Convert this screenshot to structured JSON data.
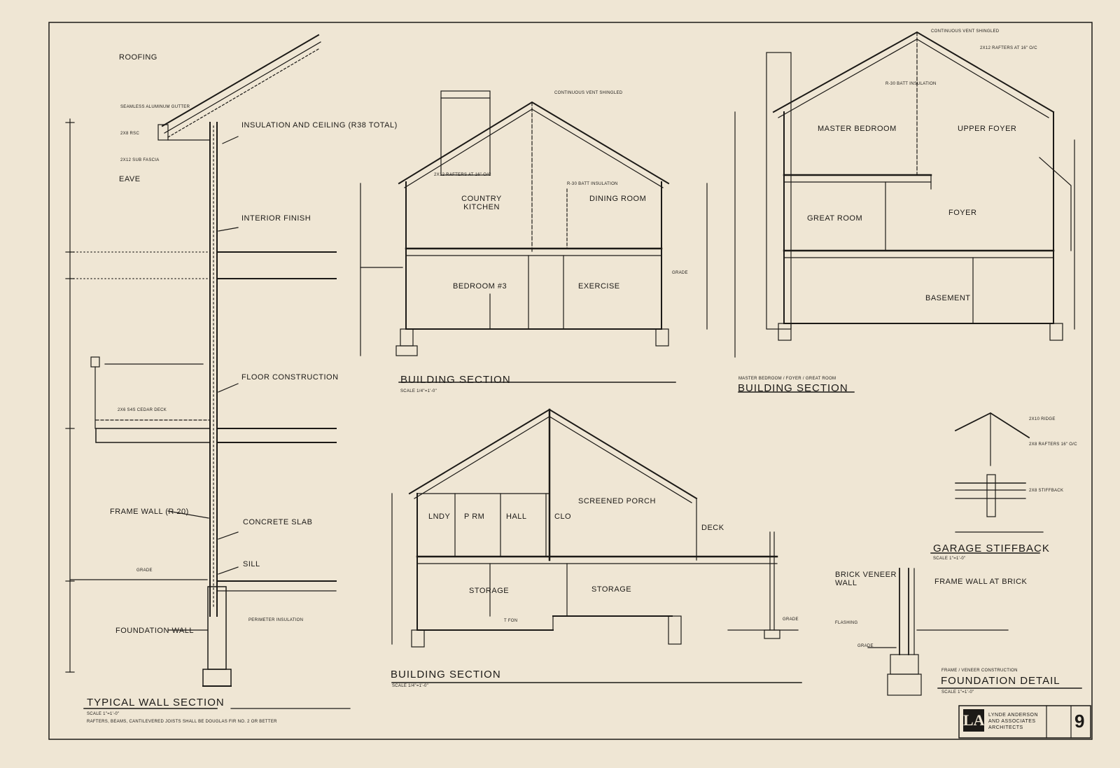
{
  "wall_section": {
    "title": "TYPICAL WALL SECTION",
    "scale_note": "SCALE 1\"=1'-0\"",
    "footnote": "RAFTERS, BEAMS, CANTILEVERED JOISTS SHALL BE DOUGLAS FIR No. 2 OR BETTER",
    "roofing": "ROOFING",
    "insulation": "INSULATION AND CEILING (R38 TOTAL)",
    "eave": "EAVE",
    "interior_finish": "INTERIOR FINISH",
    "floor_construction": "FLOOR CONSTRUCTION",
    "frame_wall": "FRAME WALL (R 20)",
    "concrete_slab": "CONCRETE SLAB",
    "sill": "SILL",
    "foundation_wall": "FOUNDATION WALL",
    "notes": {
      "gutter": "SEAMLESS ALUMINUM GUTTER",
      "rsc": "2x8 RSC",
      "fascia": "2x12 SUB FASCIA",
      "cedar_deck": "2x6 S4S CEDAR DECK",
      "grade": "GRADE",
      "perimeter": "PERIMETER INSULATION"
    }
  },
  "section_a": {
    "title": "BUILDING SECTION",
    "scale_note": "SCALE 1/4\"=1'-0\"",
    "rooms": {
      "kitchen": "COUNTRY KITCHEN",
      "dining": "DINING ROOM",
      "bedroom": "BEDROOM #3",
      "exercise": "EXERCISE"
    },
    "notes": {
      "vent": "CONTINUOUS VENT SHINGLED",
      "rafters": "2x12 RAFTERS AT 16\" o/c",
      "batt": "R-30 BATT INSULATION",
      "grade": "GRADE"
    }
  },
  "section_b": {
    "title": "BUILDING SECTION",
    "subtitle": "MASTER BEDROOM / FOYER / GREAT ROOM",
    "rooms": {
      "master": "MASTER BEDROOM",
      "upper_foyer": "UPPER FOYER",
      "great": "GREAT ROOM",
      "foyer": "FOYER",
      "basement": "BASEMENT"
    },
    "notes": {
      "vent": "CONTINUOUS VENT SHINGLED",
      "rafters": "2x12 RAFTERS AT 16\" o/c",
      "batt": "R-30 BATT INSULATION"
    }
  },
  "section_c": {
    "title": "BUILDING SECTION",
    "scale_note": "SCALE 1/4\"=1'-0\"",
    "rooms": {
      "lndy": "LNDY",
      "prm": "P RM",
      "hall": "HALL",
      "clo": "CLO",
      "porch": "SCREENED PORCH",
      "deck": "DECK",
      "storage1": "STORAGE",
      "storage2": "STORAGE"
    },
    "notes": {
      "tfon": "T FON",
      "grade": "GRADE"
    }
  },
  "garage": {
    "title": "GARAGE STIFFBACK",
    "scale_note": "SCALE 1\"=1'-0\"",
    "notes": {
      "ridge": "2x10 RIDGE",
      "rafters": "2x8 RAFTERS 16\" o/c",
      "stiffback": "2x8 STIFFBACK"
    }
  },
  "foundation": {
    "brick": "BRICK VENEER WALL",
    "frame_brick": "FRAME WALL AT BRICK",
    "caption": "FRAME / VENEER CONSTRUCTION",
    "title": "FOUNDATION DETAIL",
    "scale_note": "SCALE 1\"=1'-0\"",
    "flashing": "FLASHING",
    "grade": "GRADE"
  },
  "title_block": {
    "firm_line1": "LYNDE ANDERSON",
    "firm_line2": "AND ASSOCIATES",
    "firm_line3": "ARCHITECTS",
    "logo": "LA",
    "sheet": "9"
  }
}
